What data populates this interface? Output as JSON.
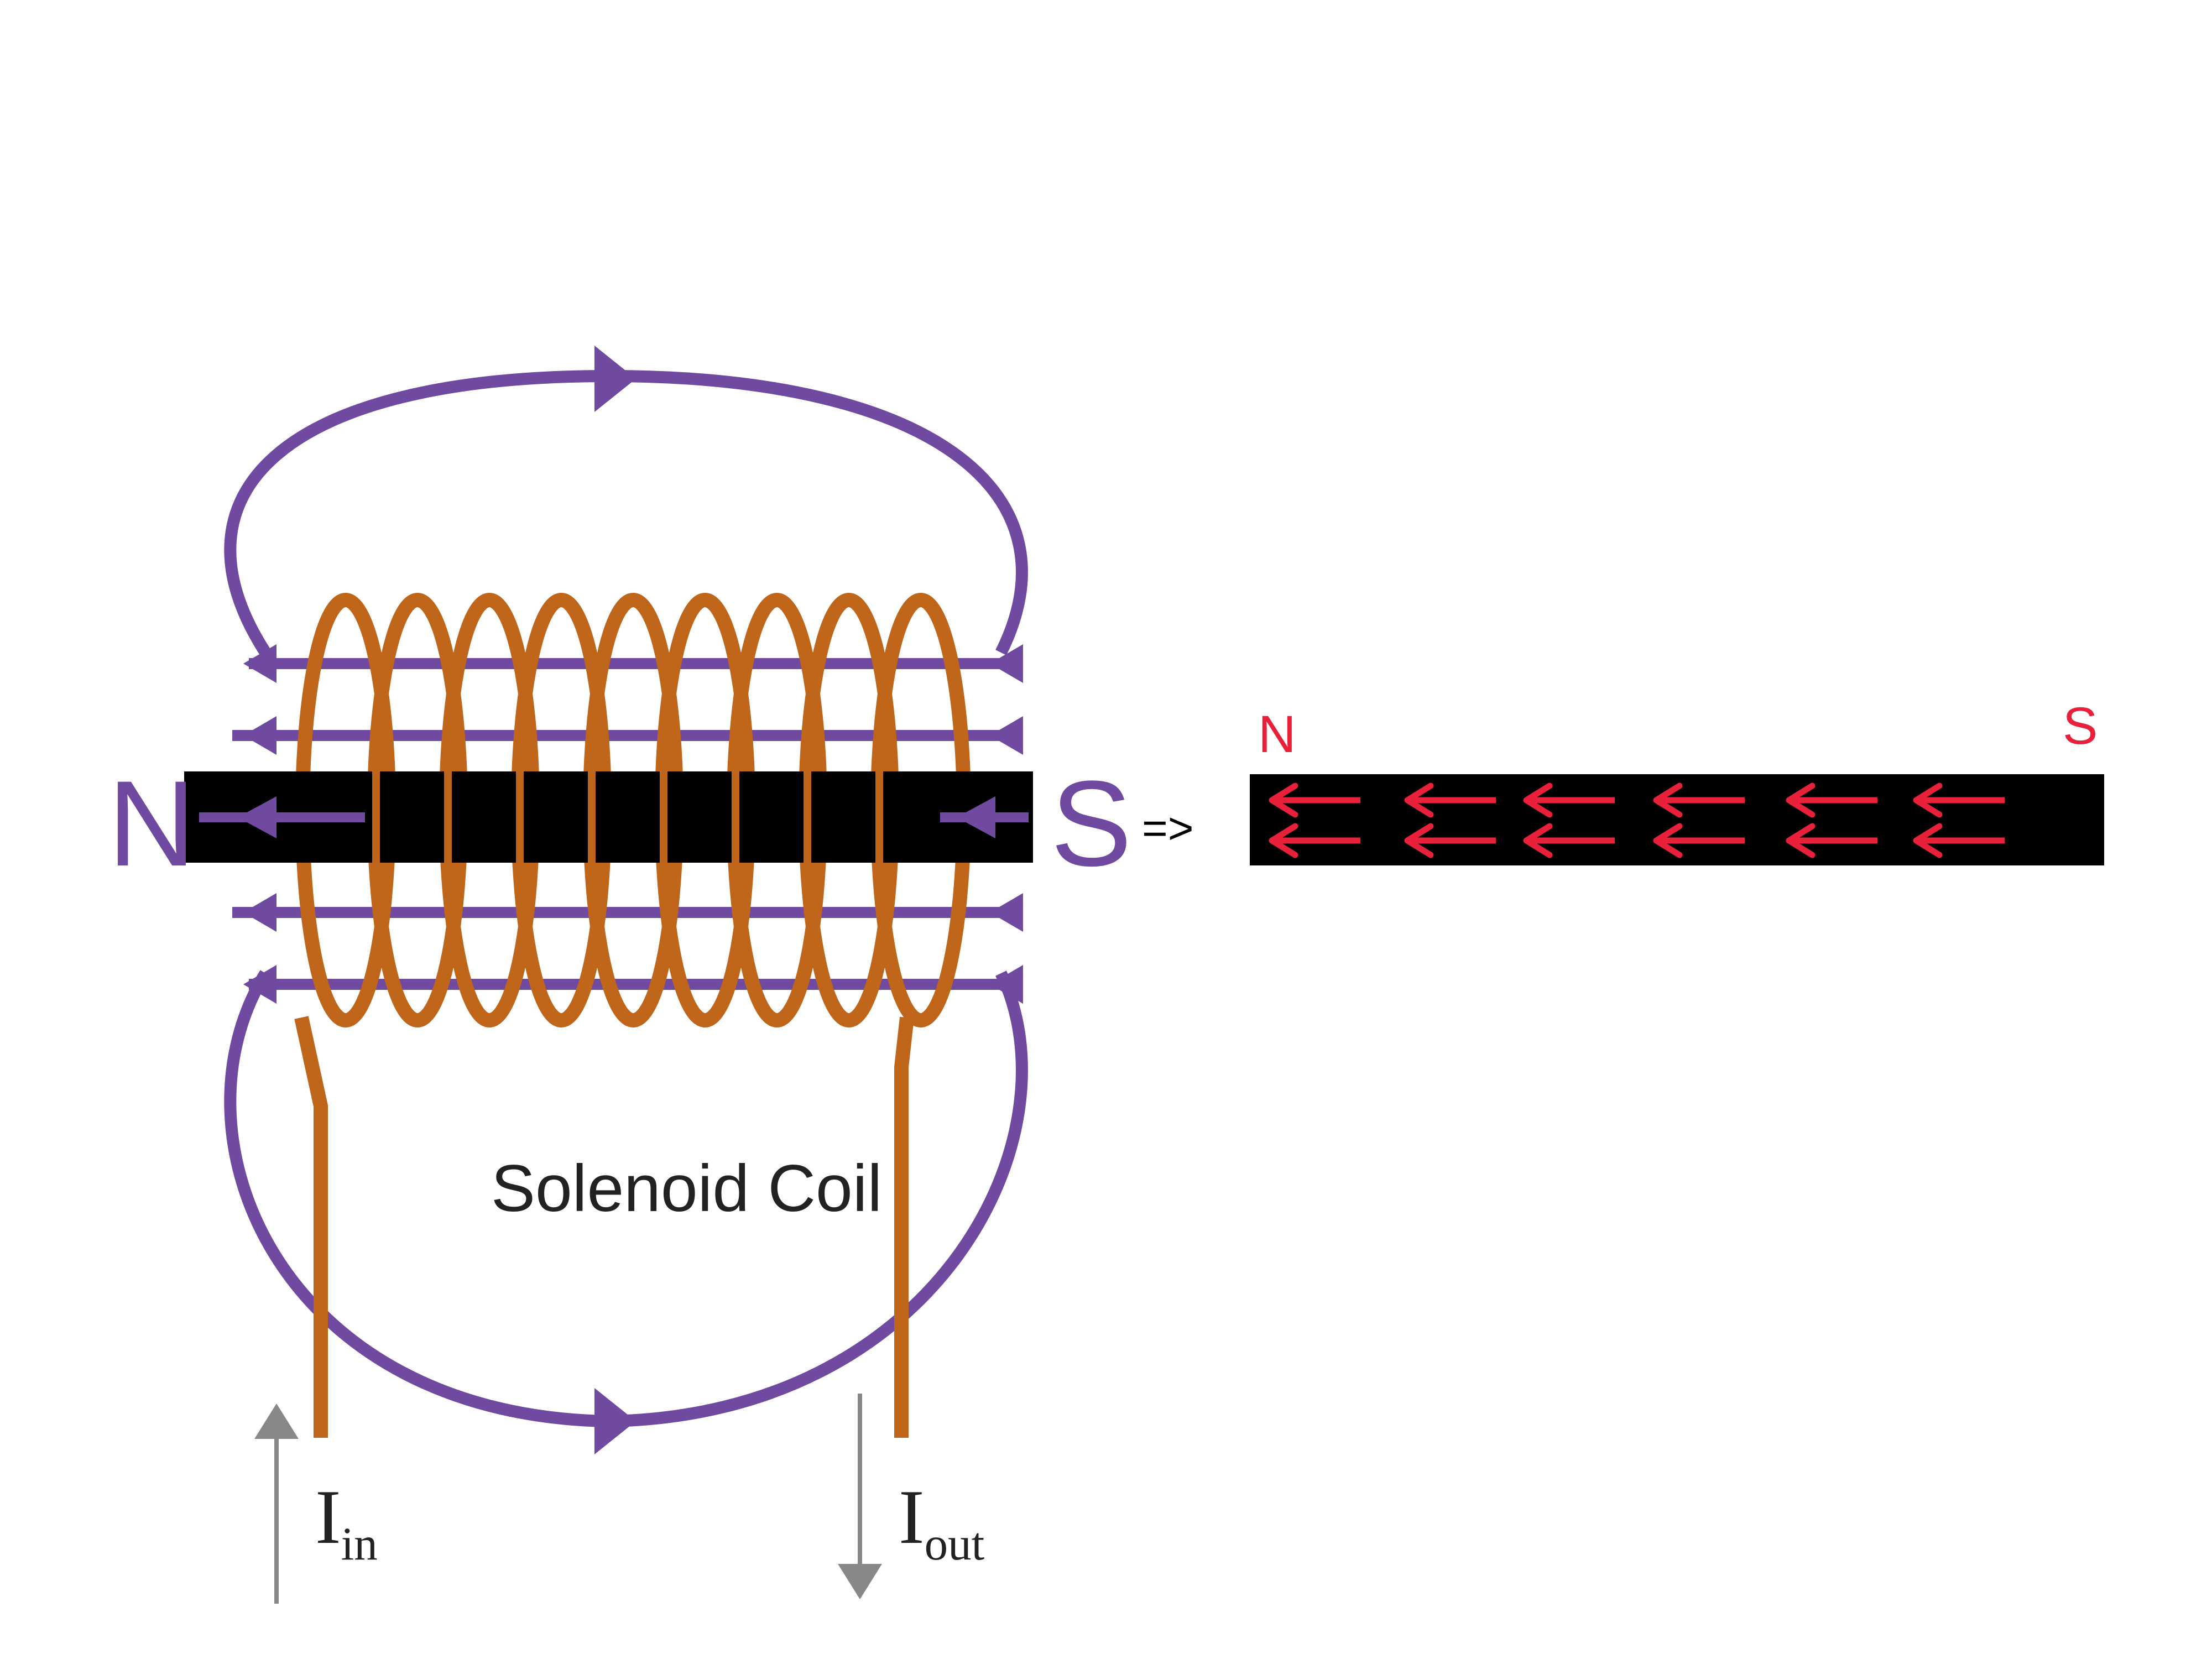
{
  "solenoid": {
    "north_label": "N",
    "south_label": "S",
    "caption": "Solenoid Coil",
    "current_in": {
      "main": "I",
      "sub": "in"
    },
    "current_out": {
      "main": "I",
      "sub": "out"
    },
    "turns": 9
  },
  "transition": "=>",
  "magnet": {
    "north_label": "N",
    "south_label": "S",
    "domain_rows": 2,
    "domains_per_row": 6,
    "domain_direction": "left"
  },
  "colors": {
    "field_line": "#6f4aa0",
    "coil": "#c0661a",
    "core": "#000000",
    "domain_arrow": "#e8203a",
    "pole_label_right": "#e8203a"
  }
}
